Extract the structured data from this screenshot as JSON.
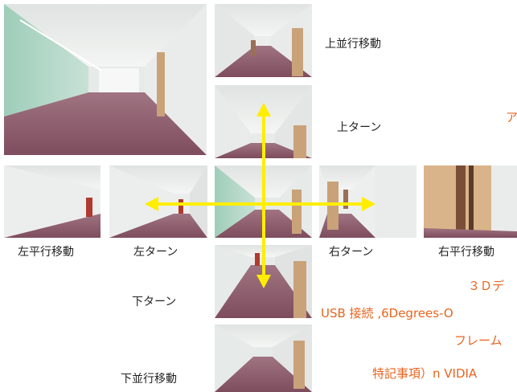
{
  "labels": {
    "up_parallel": "上並行移動",
    "up_turn": "上ターン",
    "left_parallel": "左平行移動",
    "left_turn": "左ターン",
    "right_turn": "右ターン",
    "right_parallel": "右平行移動",
    "down_turn": "下ターン",
    "down_parallel": "下並行移動"
  },
  "side_text": {
    "a": "ア",
    "line1": "３Ｄデ",
    "line2": "USB 接続 ,6Degrees-O",
    "line3": "フレーム",
    "line4": "特記事項）n VIDIA"
  },
  "colors": {
    "arrow": "#ffee00",
    "accent_text": "#e8641e",
    "carpet": "#8e5a6a",
    "wall": "#e9ecea"
  },
  "icons": {
    "arrow_horizontal": "double-headed-horizontal-arrow",
    "arrow_vertical": "double-headed-vertical-arrow"
  }
}
